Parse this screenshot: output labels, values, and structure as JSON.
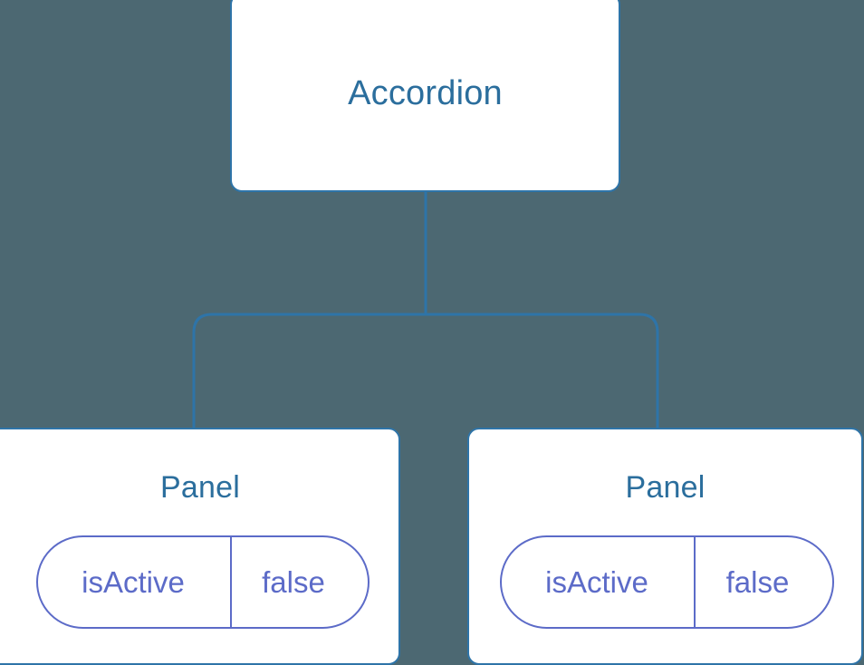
{
  "canvas": {
    "background_color": "#4c6872",
    "node_border_color": "#2e74a8",
    "node_fill_color": "#ffffff",
    "node_text_color": "#2b6e9d",
    "edge_color": "#2e74a8",
    "prop_color": "#5c6bc8"
  },
  "diagram": {
    "type": "component-tree",
    "root": {
      "label": "Accordion"
    },
    "children": [
      {
        "label": "Panel",
        "props": [
          {
            "key": "isActive",
            "value": "false"
          }
        ]
      },
      {
        "label": "Panel",
        "props": [
          {
            "key": "isActive",
            "value": "false"
          }
        ]
      }
    ]
  }
}
